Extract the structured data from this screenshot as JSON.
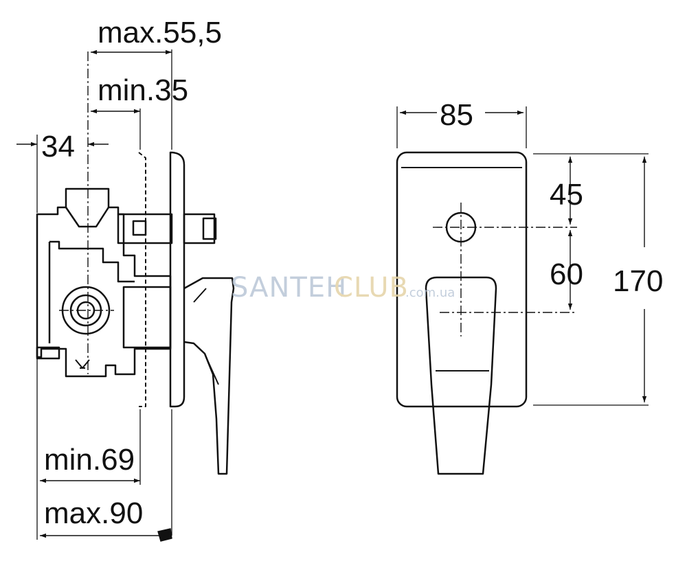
{
  "side_view": {
    "dimensions": {
      "max_depth": "max.55,5",
      "min_depth": "min.35",
      "body_offset": "34",
      "min_total": "min.69",
      "max_total": "max.90"
    }
  },
  "front_view": {
    "dimensions": {
      "width": "85",
      "top_to_hole": "45",
      "hole_to_handle": "60",
      "height": "170"
    }
  },
  "watermark": {
    "brand_a": "SANTEH",
    "brand_b": "CLUB",
    "domain": ".com.ua"
  },
  "colors": {
    "line": "#111111",
    "watermark_a": "#b9c6d6",
    "watermark_b": "#e4d3a6"
  }
}
